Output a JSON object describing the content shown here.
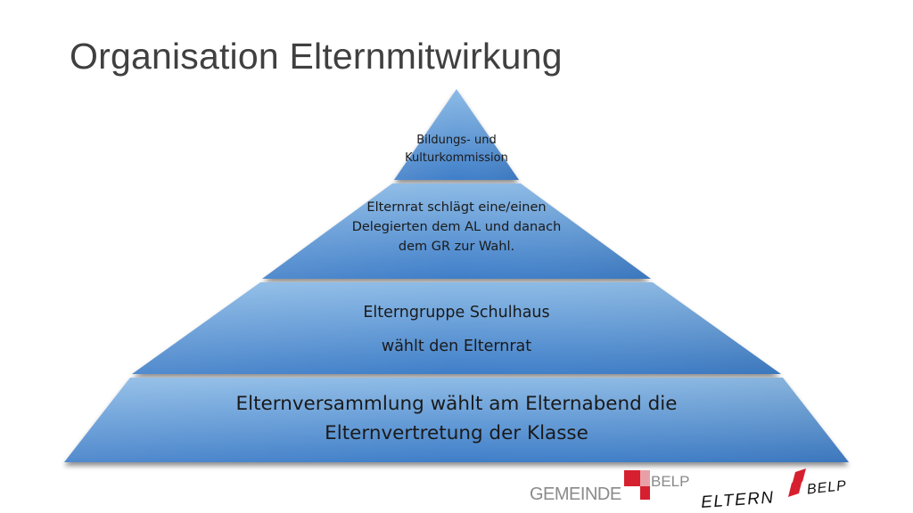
{
  "slide": {
    "title": "Organisation Elternmitwirkung"
  },
  "pyramid": {
    "tiers": [
      {
        "lines": [
          "Bildungs- und",
          "Kulturkommission"
        ]
      },
      {
        "lines": [
          "Elternrat schlägt eine/einen",
          "Delegierten dem AL und danach",
          "dem GR zur Wahl."
        ]
      },
      {
        "lines": [
          "Elterngruppe Schulhaus",
          "wählt den Elternrat"
        ]
      },
      {
        "lines": [
          "Elternversammlung wählt am Elternabend die",
          "Elternvertretung der Klasse"
        ]
      }
    ]
  },
  "logos": {
    "gemeinde": {
      "text": "GEMEINDE",
      "belp": "BELP"
    },
    "eltern": {
      "text": "ELTERN",
      "belp": "BELP"
    }
  },
  "colors": {
    "pyramid_light": "#86b6e4",
    "pyramid_dark": "#3d7cc6",
    "logo_red": "#d6202f",
    "title_gray": "#404040"
  }
}
